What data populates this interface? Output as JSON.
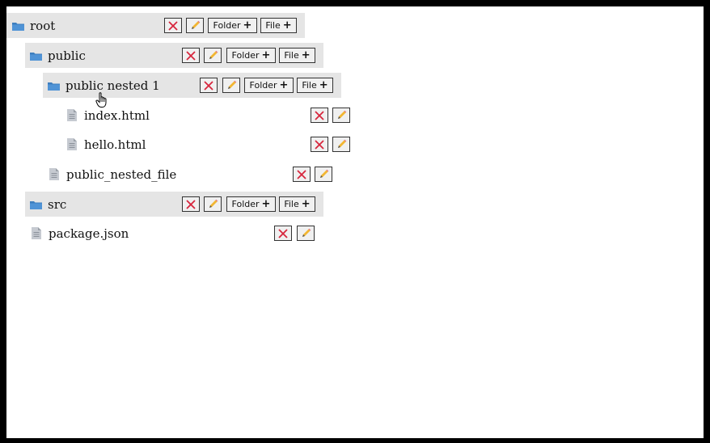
{
  "tree": {
    "root": {
      "label": "root"
    },
    "public": {
      "label": "public"
    },
    "public_nested_1": {
      "label": "public nested 1"
    },
    "index_html": {
      "label": "index.html"
    },
    "hello_html": {
      "label": "hello.html"
    },
    "public_nested_file": {
      "label": "public_nested_file"
    },
    "src": {
      "label": "src"
    },
    "package_json": {
      "label": "package.json"
    }
  },
  "actions": {
    "delete_icon": "close-icon",
    "rename_icon": "pencil-icon",
    "add_folder_label": "Folder",
    "add_file_label": "File",
    "plus_glyph": "+"
  },
  "colors": {
    "folder_icon": "#3d7ebf",
    "file_icon": "#b9bec6",
    "delete_x": "#d7263d",
    "folder_row_bg": "#e5e5e5"
  }
}
